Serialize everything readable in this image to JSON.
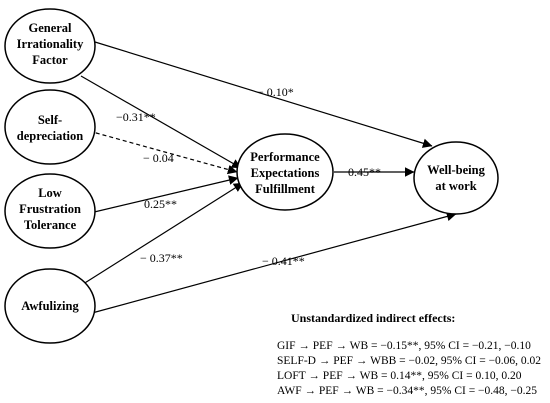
{
  "nodes": {
    "gif": {
      "lines": [
        "General",
        "Irrationality",
        "Factor"
      ]
    },
    "self": {
      "lines": [
        "Self-",
        "depreciation"
      ]
    },
    "lft": {
      "lines": [
        "Low",
        "Frustration",
        "Tolerance"
      ]
    },
    "awf": {
      "lines": [
        "Awfulizing"
      ]
    },
    "pef": {
      "lines": [
        "Performance",
        "Expectations",
        "Fulfillment"
      ]
    },
    "wb": {
      "lines": [
        "Well-being",
        "at work"
      ]
    }
  },
  "paths": {
    "gif_wb": "− 0.10*",
    "gif_pef": "−0.31**",
    "self_pef": "− 0.04",
    "lft_pef": "0.25**",
    "awf_pef": "− 0.37**",
    "awf_wb": "− 0.41**",
    "pef_wb": "0.45**"
  },
  "indirect_effects": {
    "title": "Unstandardized indirect effects:",
    "lines": [
      "GIF → PEF → WB = −0.15**, 95% CI = −0.21, −0.10",
      "SELF-D → PEF → WBB = −0.02, 95% CI = −0.06, 0.02",
      "LOFT → PEF → WB = 0.14**, 95% CI = 0.10, 0.20",
      "AWF → PEF → WB = −0.34**, 95% CI = −0.48, −0.25"
    ]
  }
}
